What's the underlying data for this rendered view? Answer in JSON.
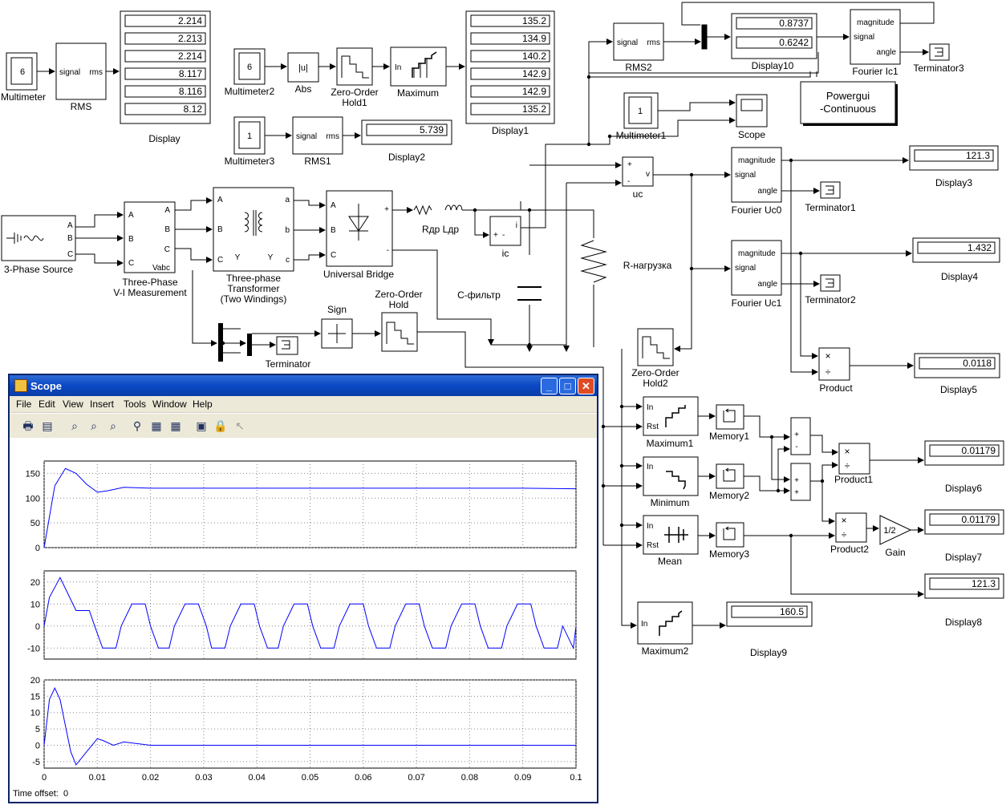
{
  "blocks": {
    "multimeter": {
      "name": "Multimeter",
      "value": "6"
    },
    "rms": {
      "name": "RMS",
      "in": "signal",
      "out": "rms"
    },
    "display": {
      "name": "Display",
      "values": [
        "2.214",
        "2.213",
        "2.214",
        "8.117",
        "8.116",
        "8.12"
      ]
    },
    "multimeter2": {
      "name": "Multimeter2",
      "value": "6"
    },
    "abs": {
      "name": "Abs",
      "glyph": "|u|"
    },
    "zoh1": {
      "name": "Zero-Order\nHold1"
    },
    "maximum": {
      "name": "Maximum",
      "in": "In"
    },
    "display1": {
      "name": "Display1",
      "values": [
        "135.2",
        "134.9",
        "140.2",
        "142.9",
        "142.9",
        "135.2"
      ]
    },
    "multimeter3": {
      "name": "Multimeter3",
      "value": "1"
    },
    "rms1": {
      "name": "RMS1",
      "in": "signal",
      "out": "rms"
    },
    "display2": {
      "name": "Display2",
      "value": "5.739"
    },
    "rms2": {
      "name": "RMS2",
      "in": "signal",
      "out": "rms"
    },
    "display10": {
      "name": "Display10",
      "values": [
        "0.8737",
        "0.6242"
      ]
    },
    "fourier_ic1": {
      "name": "Fourier Ic1",
      "ports": [
        "magnitude",
        "signal",
        "angle"
      ]
    },
    "terminator3": {
      "name": "Terminator3"
    },
    "powergui": {
      "name": "Powergui\n-Continuous"
    },
    "multimeter1": {
      "name": "Multimeter1",
      "value": "1"
    },
    "scope_block": {
      "name": "Scope"
    },
    "uc": {
      "name": "uc",
      "ports": [
        "+",
        "-",
        "v"
      ]
    },
    "fourier_uc0": {
      "name": "Fourier Uc0",
      "ports": [
        "magnitude",
        "signal",
        "angle"
      ]
    },
    "display3": {
      "name": "Display3",
      "value": "121.3"
    },
    "terminator1": {
      "name": "Terminator1"
    },
    "source": {
      "name": "3-Phase Source",
      "ports": [
        "A",
        "B",
        "C"
      ]
    },
    "vi_meas": {
      "name": "Three-Phase\nV-I Measurement",
      "ports_in": [
        "A",
        "B",
        "C"
      ],
      "ports_out": [
        "A",
        "B",
        "C",
        "Vabc"
      ]
    },
    "transformer": {
      "name": "Three-phase\nTransformer\n(Two Windings)",
      "ports_in": [
        "A",
        "B",
        "C"
      ],
      "ports_out": [
        "a",
        "b",
        "c"
      ],
      "wind": "Y"
    },
    "bridge": {
      "name": "Universal Bridge",
      "ports": [
        "A",
        "B",
        "C",
        "+",
        "-"
      ]
    },
    "rl": {
      "name": "Rдр Lдр"
    },
    "ic": {
      "name": "ic",
      "ports": [
        "+",
        "-",
        "i"
      ]
    },
    "r_load": {
      "name": "R-нагрузка"
    },
    "c_filter": {
      "name": "С-фильтр"
    },
    "fourier_uc1": {
      "name": "Fourier Uc1",
      "ports": [
        "magnitude",
        "signal",
        "angle"
      ]
    },
    "display4": {
      "name": "Display4",
      "value": "1.432"
    },
    "terminator2": {
      "name": "Terminator2"
    },
    "sign": {
      "name": "Sign"
    },
    "zoh": {
      "name": "Zero-Order\nHold"
    },
    "terminator": {
      "name": "Terminator"
    },
    "zoh2": {
      "name": "Zero-Order\nHold2"
    },
    "product": {
      "name": "Product",
      "ops": [
        "×",
        "÷"
      ]
    },
    "display5": {
      "name": "Display5",
      "value": "0.0118"
    },
    "maximum1": {
      "name": "Maximum1",
      "ports": [
        "In",
        "Rst"
      ]
    },
    "memory1": {
      "name": "Memory1"
    },
    "minimum": {
      "name": "Minimum",
      "in": "In"
    },
    "memory2": {
      "name": "Memory2"
    },
    "product1": {
      "name": "Product1",
      "ops": [
        "×",
        "÷"
      ]
    },
    "display6": {
      "name": "Display6",
      "value": "0.01179"
    },
    "mean": {
      "name": "Mean",
      "ports": [
        "In",
        "Rst"
      ]
    },
    "memory3": {
      "name": "Memory3"
    },
    "product2": {
      "name": "Product2",
      "ops": [
        "×",
        "÷"
      ]
    },
    "gain": {
      "name": "Gain",
      "value": "1/2"
    },
    "display7": {
      "name": "Display7",
      "value": "0.01179"
    },
    "display8": {
      "name": "Display8",
      "value": "121.3"
    },
    "maximum2": {
      "name": "Maximum2",
      "in": "In"
    },
    "display9": {
      "name": "Display9",
      "value": "160.5"
    },
    "sum_top": {
      "ops": [
        "+",
        "-"
      ]
    },
    "sum_bot": {
      "ops": [
        "+",
        "+"
      ]
    }
  },
  "scope_window": {
    "title": "Scope",
    "menu": [
      "File",
      "Edit",
      "View",
      "Insert",
      "Tools",
      "Window",
      "Help"
    ],
    "time_offset_label": "Time offset:",
    "time_offset_value": "0",
    "x_ticks": [
      "0",
      "0.01",
      "0.02",
      "0.03",
      "0.04",
      "0.05",
      "0.06",
      "0.07",
      "0.08",
      "0.09",
      "0.1"
    ],
    "trace_color": "#0000ff",
    "grid": true
  },
  "chart_data": [
    {
      "type": "line",
      "title": "",
      "xlabel": "",
      "ylabel": "",
      "xlim": [
        0,
        0.1
      ],
      "ylim": [
        0,
        175
      ],
      "yticks": [
        "0",
        "50",
        "100",
        "150"
      ],
      "series": [
        {
          "x": [
            0,
            0.002,
            0.004,
            0.006,
            0.008,
            0.01,
            0.012,
            0.015,
            0.02,
            0.03,
            0.04,
            0.05,
            0.06,
            0.07,
            0.08,
            0.09,
            0.1
          ],
          "y": [
            0,
            125,
            160,
            150,
            128,
            112,
            115,
            122,
            120,
            120,
            120,
            120,
            120,
            120,
            120,
            120,
            119
          ]
        }
      ]
    },
    {
      "type": "line",
      "title": "",
      "xlabel": "",
      "ylabel": "",
      "xlim": [
        0,
        0.1
      ],
      "ylim": [
        -15,
        25
      ],
      "yticks": [
        "-10",
        "0",
        "10",
        "20"
      ],
      "series": [
        {
          "x": [
            0,
            0.001,
            0.003,
            0.004,
            0.006,
            0.0085,
            0.0095,
            0.011,
            0.0135,
            0.0145,
            0.0165,
            0.019,
            0.02,
            0.0215,
            0.0235,
            0.0245,
            0.0265,
            0.029,
            0.0305,
            0.0315,
            0.034,
            0.035,
            0.037,
            0.0395,
            0.0405,
            0.042,
            0.044,
            0.045,
            0.047,
            0.0495,
            0.0505,
            0.052,
            0.0545,
            0.0555,
            0.0575,
            0.06,
            0.061,
            0.0625,
            0.065,
            0.066,
            0.068,
            0.0705,
            0.0715,
            0.073,
            0.0755,
            0.0765,
            0.0785,
            0.081,
            0.082,
            0.0835,
            0.086,
            0.087,
            0.089,
            0.0915,
            0.0925,
            0.094,
            0.0965,
            0.0975,
            0.0995,
            0.1
          ],
          "y": [
            0,
            13,
            22,
            17,
            7,
            7,
            0,
            -10,
            -10,
            0,
            10,
            10,
            0,
            -10,
            -10,
            0,
            10,
            10,
            0,
            -10,
            -10,
            0,
            10,
            10,
            0,
            -10,
            -10,
            0,
            10,
            10,
            0,
            -10,
            -10,
            0,
            10,
            10,
            0,
            -10,
            -10,
            0,
            10,
            10,
            0,
            -10,
            -10,
            0,
            10,
            10,
            0,
            -10,
            -10,
            0,
            10,
            10,
            0,
            -10,
            -10,
            0,
            -10,
            0
          ]
        }
      ]
    },
    {
      "type": "line",
      "title": "",
      "xlabel": "",
      "ylabel": "",
      "xlim": [
        0,
        0.1
      ],
      "ylim": [
        -7,
        20
      ],
      "yticks": [
        "-5",
        "0",
        "5",
        "10",
        "15",
        "20"
      ],
      "series": [
        {
          "x": [
            0,
            0.001,
            0.002,
            0.003,
            0.004,
            0.005,
            0.006,
            0.008,
            0.01,
            0.011,
            0.013,
            0.015,
            0.02,
            0.03,
            0.04,
            0.05,
            0.06,
            0.07,
            0.08,
            0.09,
            0.1
          ],
          "y": [
            0,
            14,
            17.5,
            14,
            6,
            -2,
            -6,
            -2,
            2,
            1.5,
            0,
            1,
            0,
            0,
            0,
            0,
            0,
            0,
            0,
            0,
            0
          ]
        }
      ]
    }
  ]
}
